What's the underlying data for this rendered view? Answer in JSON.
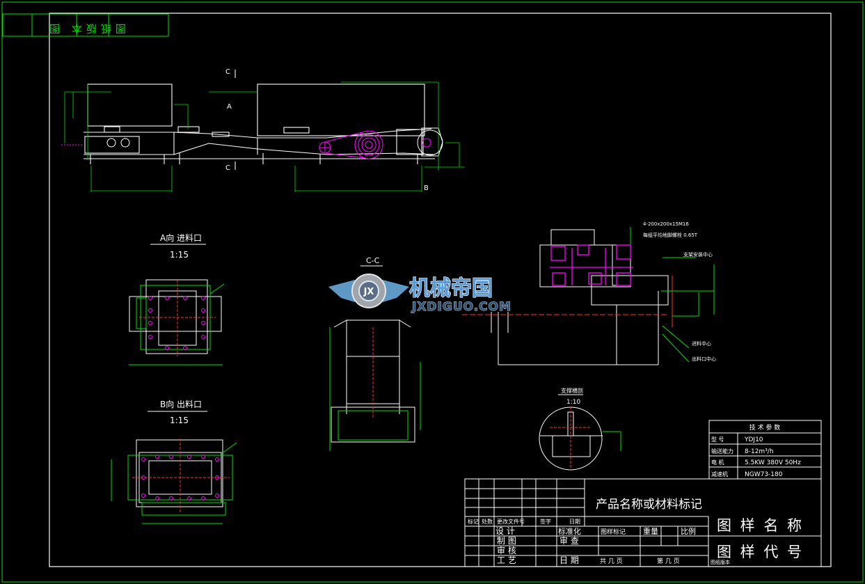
{
  "corner_stamp": "图纸版本 图",
  "views": {
    "section_a_mark_top": "C",
    "section_a_mark_bottom": "C",
    "letter_a": "A",
    "letter_b": "B",
    "a_view_title": "A向 进料口",
    "a_view_scale": "1:15",
    "b_view_title": "B向 出料口",
    "b_view_scale": "1:15",
    "cc_view_title": "C-C",
    "support_title": "支撑横剖",
    "support_scale": "1:10",
    "bolt_note": "4-200x200x15M16",
    "anchor_note": "每组平均地脚螺栓 0.65T",
    "axis_note_1": "支架安装中心",
    "axis_note_2": "进料中心",
    "axis_note_3": "出料口中心"
  },
  "watermark": {
    "logo_text": "JX",
    "name": "机械帝国",
    "url": "JXDIGUO.COM"
  },
  "tech_params": {
    "title": "技 术 参 数",
    "rows": [
      {
        "label": "型 号",
        "value": "YDJ10"
      },
      {
        "label": "输送能力",
        "value": "8-12m³/h"
      },
      {
        "label": "电 机",
        "value": "5.5KW 380V 50Hz"
      },
      {
        "label": "减速机",
        "value": "NGW73-180"
      }
    ]
  },
  "title_block": {
    "product_name": "产品名称或材料标记",
    "drawing_name": "图 样 名 称",
    "drawing_code": "图 样 代 号",
    "hdr_mark": "标记",
    "hdr_count": "处数",
    "hdr_doc": "更改文件号",
    "hdr_sign": "签字",
    "hdr_date": "日期",
    "design": "设 计",
    "standardize": "标准化",
    "drawing_mark": "图样标记",
    "weight": "重量",
    "ratio": "比例",
    "draft": "制 图",
    "review": "审 查",
    "check": "审 核",
    "craft": "工 艺",
    "date": "日 期",
    "total_pages": "共 几 页",
    "page_no": "第 几 页",
    "stamp": "图纸版本"
  }
}
